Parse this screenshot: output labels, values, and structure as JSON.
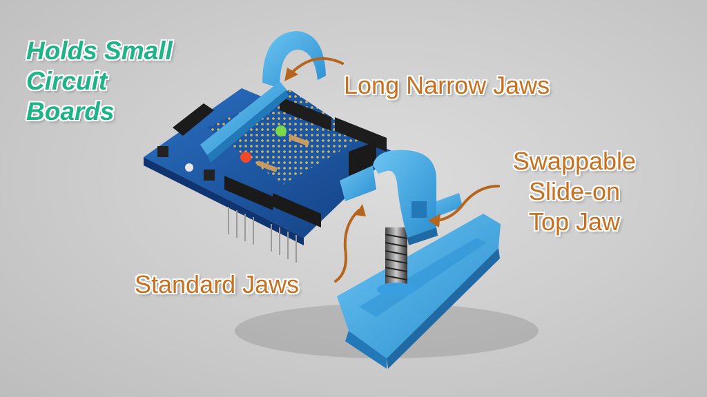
{
  "labels": {
    "holds": [
      "Holds Small",
      "Circuit",
      "Boards"
    ],
    "long_narrow": "Long Narrow Jaws",
    "swappable": [
      "Swappable",
      "Slide-on",
      "Top Jaw"
    ],
    "standard": "Standard Jaws"
  },
  "colors": {
    "clamp_blue": "#3ea9e8",
    "board_blue": "#1c5aa8",
    "label_orange": "#c8701e",
    "label_green": "#1fb38a",
    "background": "#d2d2d2"
  }
}
